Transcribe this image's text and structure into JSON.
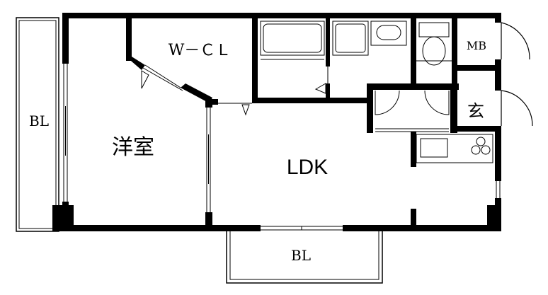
{
  "floorplan": {
    "rooms": {
      "western_room": "洋室",
      "walk_in_closet": "W－ＣＬ",
      "ldk": "LDK",
      "entrance": "玄",
      "meter_box": "MB",
      "balcony_left": "BL",
      "balcony_bottom": "BL"
    },
    "colors": {
      "wall": "#000000",
      "background": "#ffffff",
      "thin_line": "#000000"
    }
  }
}
